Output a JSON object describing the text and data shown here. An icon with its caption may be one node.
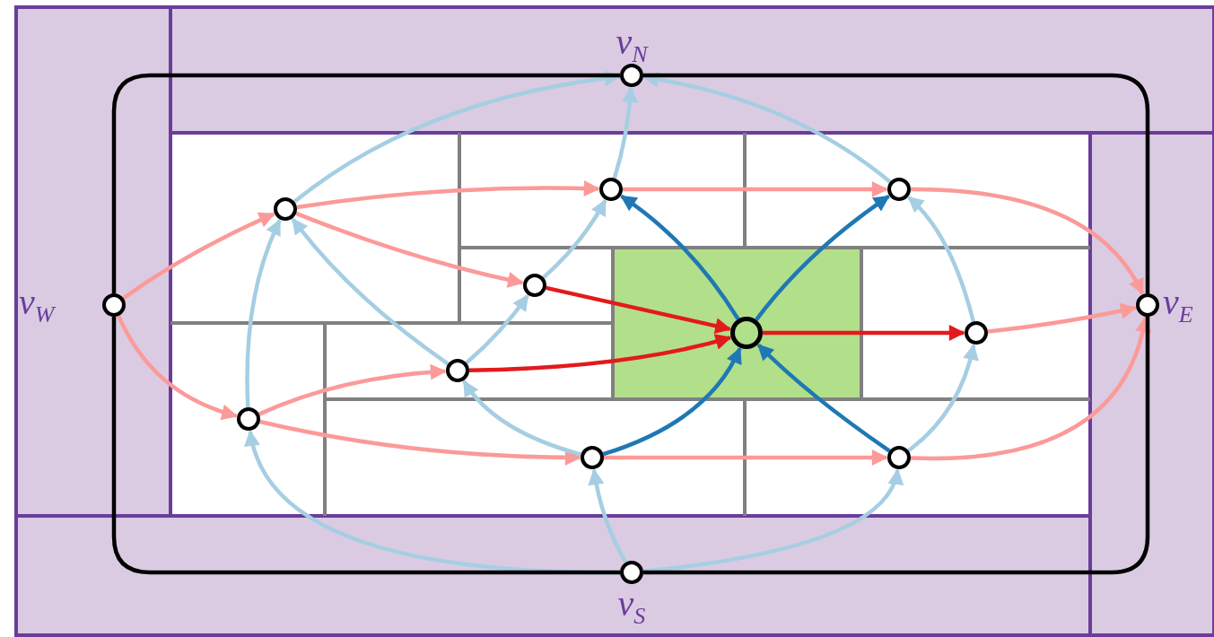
{
  "diagram": {
    "nodes": [
      {
        "text": [],
        "shape": "circle",
        "beside": [
          "v$_{N}$"
        ]
      },
      {
        "text": [],
        "shape": "circle",
        "beside": [
          "v$_{W}$"
        ]
      },
      {
        "text": [],
        "shape": "circle",
        "beside": [
          "v$_{E}$"
        ]
      },
      {
        "text": [],
        "shape": "circle",
        "beside": [
          "v$_{S}$"
        ]
      },
      {
        "text": [],
        "shape": "circle"
      },
      {
        "text": [],
        "shape": "circle"
      },
      {
        "text": [],
        "shape": "circle"
      },
      {
        "text": [],
        "shape": "circle"
      },
      {
        "text": [],
        "shape": "circle"
      },
      {
        "text": [],
        "shape": "circle"
      },
      {
        "text": [],
        "shape": "circle"
      },
      {
        "text": [],
        "shape": "circle"
      },
      {
        "text": [],
        "shape": "circle"
      },
      {
        "text": [],
        "shape": "circle"
      }
    ],
    "edges": [
      {
        "from": 1,
        "to": 4,
        "arrow": "to",
        "color": "#fb9a99"
      },
      {
        "from": 1,
        "to": 11,
        "arrow": "to",
        "color": "#fb9a99"
      },
      {
        "from": 4,
        "to": 5,
        "arrow": "to",
        "color": "#fb9a99"
      },
      {
        "from": 5,
        "to": 6,
        "arrow": "to",
        "color": "#fb9a99"
      },
      {
        "from": 6,
        "to": 2,
        "arrow": "to",
        "color": "#fb9a99"
      },
      {
        "from": 4,
        "to": 7,
        "arrow": "to",
        "color": "#fb9a99"
      },
      {
        "from": 11,
        "to": 10,
        "arrow": "to",
        "color": "#fb9a99"
      },
      {
        "from": 11,
        "to": 12,
        "arrow": "to",
        "color": "#fb9a99"
      },
      {
        "from": 12,
        "to": 13,
        "arrow": "to",
        "color": "#fb9a99"
      },
      {
        "from": 13,
        "to": 2,
        "arrow": "to",
        "color": "#fb9a99"
      },
      {
        "from": 9,
        "to": 2,
        "arrow": "to",
        "color": "#fb9a99"
      },
      {
        "from": 7,
        "to": 8,
        "arrow": "to",
        "color": "#e31a1c"
      },
      {
        "from": 10,
        "to": 8,
        "arrow": "to",
        "color": "#e31a1c"
      },
      {
        "from": 8,
        "to": 9,
        "arrow": "to",
        "color": "#e31a1c"
      },
      {
        "from": 4,
        "to": 0,
        "arrow": "to"
      },
      {
        "from": 5,
        "to": 0,
        "arrow": "to"
      },
      {
        "from": 6,
        "to": 0,
        "arrow": "to"
      },
      {
        "from": 7,
        "to": 5,
        "arrow": "to"
      },
      {
        "from": 10,
        "to": 7,
        "arrow": "to"
      },
      {
        "from": 10,
        "to": 4,
        "arrow": "to"
      },
      {
        "from": 11,
        "to": 4,
        "arrow": "to"
      },
      {
        "from": 12,
        "to": 10,
        "arrow": "to"
      },
      {
        "from": 3,
        "to": 11,
        "arrow": "to"
      },
      {
        "from": 3,
        "to": 12,
        "arrow": "to"
      },
      {
        "from": 3,
        "to": 13,
        "arrow": "to"
      },
      {
        "from": 9,
        "to": 6,
        "arrow": "to"
      },
      {
        "from": 13,
        "to": 9,
        "arrow": "to"
      },
      {
        "from": 8,
        "to": 5,
        "arrow": "to",
        "color": "#1f78b4"
      },
      {
        "from": 8,
        "to": 6,
        "arrow": "to",
        "color": "#1f78b4"
      },
      {
        "from": 12,
        "to": 8,
        "arrow": "to",
        "color": "#1f78b4"
      },
      {
        "from": 13,
        "to": 8,
        "arrow": "to",
        "color": "#1f78b4"
      },
      {
        "from": 1,
        "to": 0,
        "arrow": "none",
        "color": "#000000"
      },
      {
        "from": 0,
        "to": 2,
        "arrow": "none",
        "color": "#000000"
      },
      {
        "from": 2,
        "to": 3,
        "arrow": "none",
        "color": "#000000"
      },
      {
        "from": 3,
        "to": 1,
        "arrow": "none",
        "color": "#000000"
      }
    ]
  }
}
